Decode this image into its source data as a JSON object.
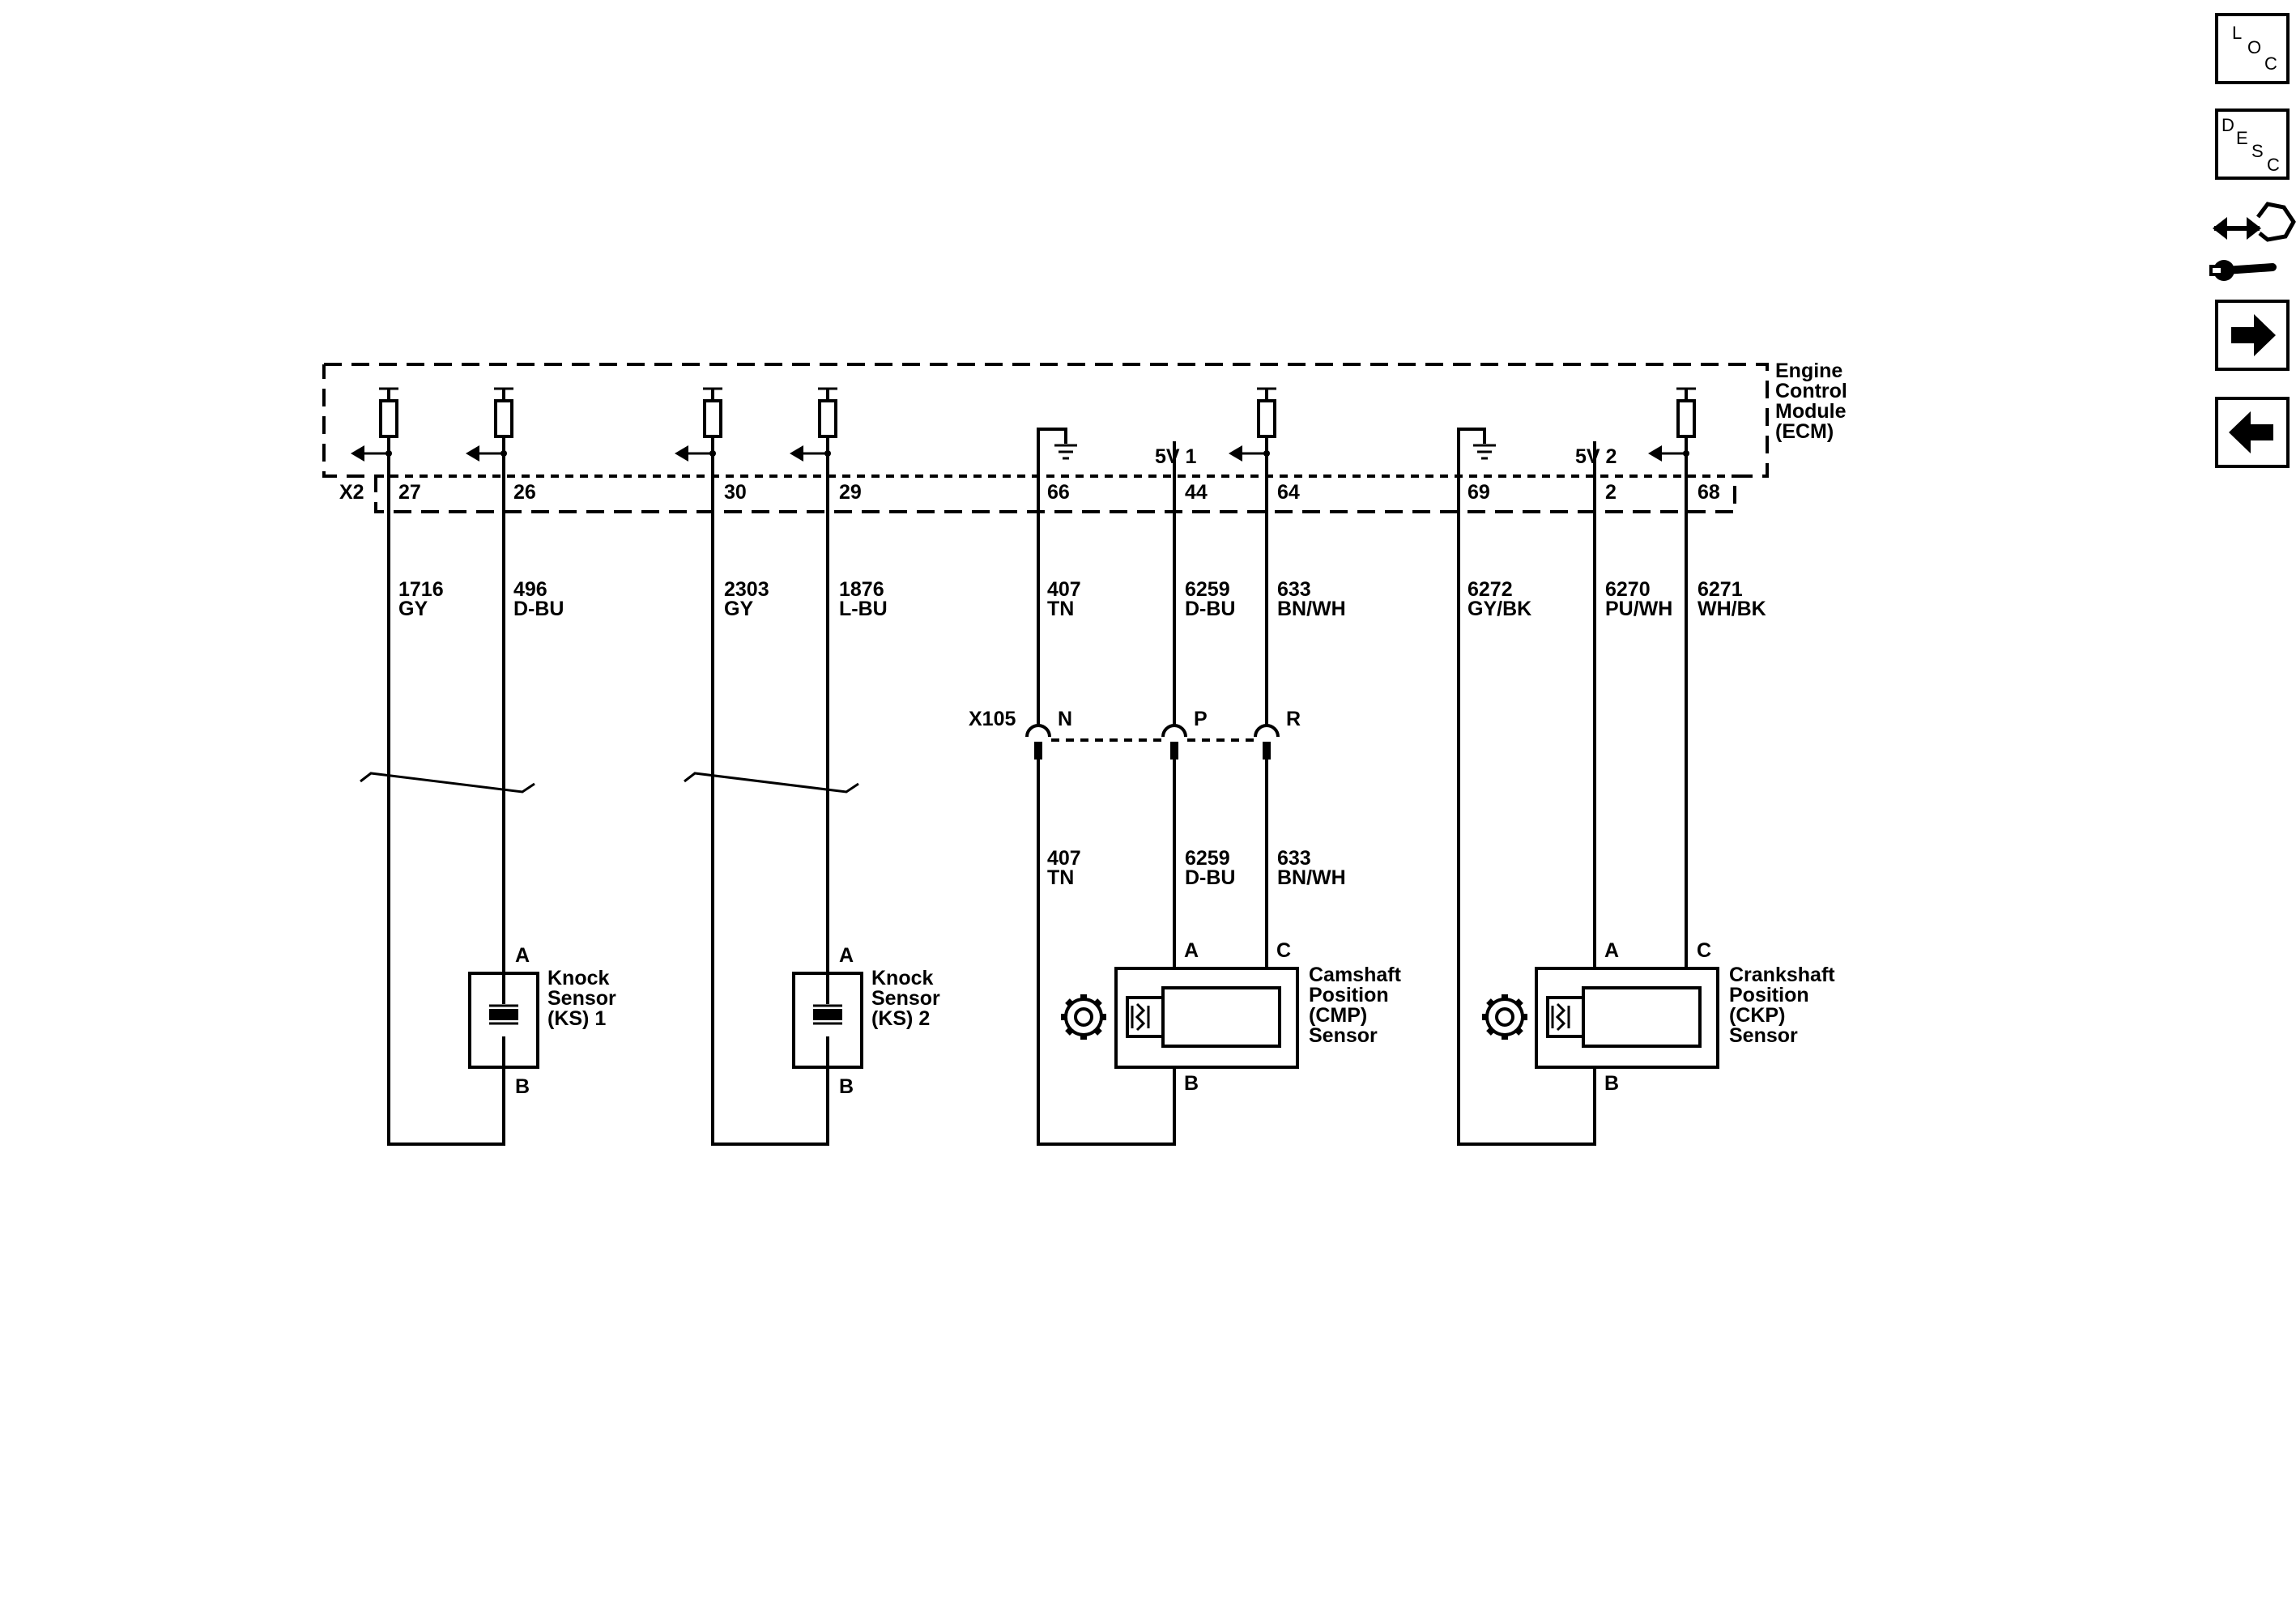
{
  "ecm": {
    "name_lines": [
      "Engine",
      "Control",
      "Module",
      "(ECM)"
    ],
    "connector": "X2"
  },
  "references": {
    "ref1": "5V 1",
    "ref2": "5V 2"
  },
  "pins": [
    "27",
    "26",
    "30",
    "29",
    "66",
    "44",
    "64",
    "69",
    "2",
    "68"
  ],
  "wires_upper": [
    {
      "circuit": "1716",
      "color": "GY"
    },
    {
      "circuit": "496",
      "color": "D-BU"
    },
    {
      "circuit": "2303",
      "color": "GY"
    },
    {
      "circuit": "1876",
      "color": "L-BU"
    },
    {
      "circuit": "407",
      "color": "TN"
    },
    {
      "circuit": "6259",
      "color": "D-BU"
    },
    {
      "circuit": "633",
      "color": "BN/WH"
    },
    {
      "circuit": "6272",
      "color": "GY/BK"
    },
    {
      "circuit": "6270",
      "color": "PU/WH"
    },
    {
      "circuit": "6271",
      "color": "WH/BK"
    }
  ],
  "inline_connector": {
    "name": "X105",
    "cavities": [
      "N",
      "P",
      "R"
    ]
  },
  "wires_lower": [
    {
      "circuit": "407",
      "color": "TN"
    },
    {
      "circuit": "6259",
      "color": "D-BU"
    },
    {
      "circuit": "633",
      "color": "BN/WH"
    }
  ],
  "sensors": [
    {
      "name_lines": [
        "Knock",
        "Sensor",
        "(KS) 1"
      ],
      "pin_top": "A",
      "pin_bottom": "B"
    },
    {
      "name_lines": [
        "Knock",
        "Sensor",
        "(KS) 2"
      ],
      "pin_top": "A",
      "pin_bottom": "B"
    },
    {
      "name_lines": [
        "Camshaft",
        "Position",
        "(CMP)",
        "Sensor"
      ],
      "pin_a": "A",
      "pin_c": "C",
      "pin_b": "B"
    },
    {
      "name_lines": [
        "Crankshaft",
        "Position",
        "(CKP)",
        "Sensor"
      ],
      "pin_a": "A",
      "pin_c": "C",
      "pin_b": "B"
    }
  ],
  "nav": {
    "loc": [
      "L",
      "O",
      "C"
    ],
    "desc": [
      "D",
      "E",
      "S",
      "C"
    ],
    "icons": [
      "connector-tool-icon",
      "arrow-right-icon",
      "arrow-left-icon"
    ]
  }
}
